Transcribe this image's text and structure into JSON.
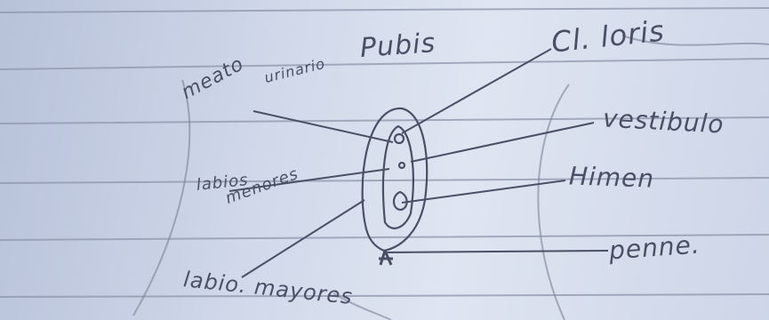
{
  "labels": {
    "pubis": "Pubis",
    "clitoris": "Cl. loris",
    "meato": "meato",
    "urinario": "urinario",
    "vestibulo": "vestibulo",
    "labios_menores_1": "labios",
    "labios_menores_2": "menores",
    "himen": "Himen",
    "perine": "penne.",
    "labios_mayores": "labio. mayores"
  },
  "colors": {
    "paper": "#d6dded",
    "ruled_line": "#8f96ac",
    "pencil": "#4b4f66"
  }
}
